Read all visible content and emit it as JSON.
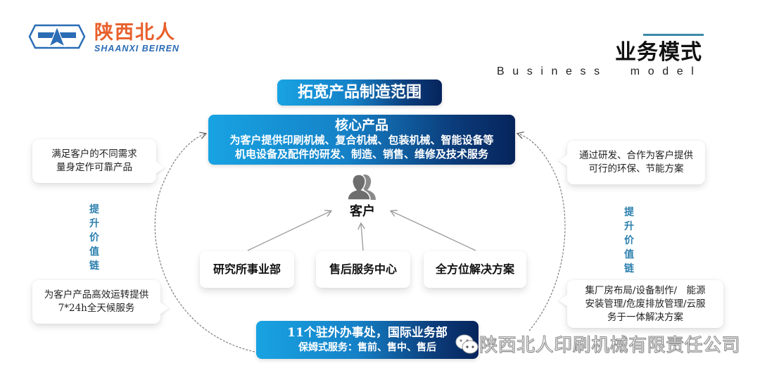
{
  "logo": {
    "name_cn": "陕西北人",
    "name_en": "SHAANXI BEIREN",
    "colors": {
      "cn": "#e8602c",
      "en": "#2a6cb5",
      "emblem": "#2a6cb5"
    }
  },
  "heading": {
    "title": "业务模式",
    "subtitle": "Business  model",
    "accent_color": "#3b8aa8"
  },
  "top_banner": {
    "label": "拓宽产品制造范围"
  },
  "core_product": {
    "title": "核心产品",
    "lines": [
      "为客户提供印刷机械、复合机械、包装机械、智能设备等",
      "机电设备及配件的研发、制造、销售、维修及技术服务"
    ]
  },
  "customer": {
    "label": "客户",
    "icon": "users-icon"
  },
  "departments": [
    {
      "label": "研究所事业部"
    },
    {
      "label": "售后服务中心"
    },
    {
      "label": "全方位解决方案"
    }
  ],
  "bottom_banner": {
    "title": "11个驻外办事处，国际业务部",
    "desc": "保姆式服务：售前、售中、售后"
  },
  "bubbles": {
    "left_top": {
      "lines": [
        "满足客户的不同需求",
        "量身定作可靠产品"
      ]
    },
    "left_bottom": {
      "lines": [
        "为客户产品高效运转提供",
        "7*24h全天候服务"
      ]
    },
    "right_top": {
      "lines": [
        "通过研发、合作为客户提供",
        "可行的环保、节能方案"
      ]
    },
    "right_bottom": {
      "lines": [
        "集厂房布局/设备制作/　能源",
        "安装管理/危废排放管理/云服",
        "务于一体解决方案"
      ]
    }
  },
  "value_chain_labels": {
    "left": [
      "提",
      "升",
      "价",
      "值",
      "链"
    ],
    "right": [
      "提",
      "升",
      "价",
      "值",
      "链"
    ]
  },
  "watermark": {
    "icon": "wechat-icon",
    "text": "陕西北人印刷机械有限责任公司"
  },
  "colors": {
    "gradient_start": "#18a3e2",
    "gradient_end": "#06245c",
    "vertical_label": "#2b7fae"
  }
}
